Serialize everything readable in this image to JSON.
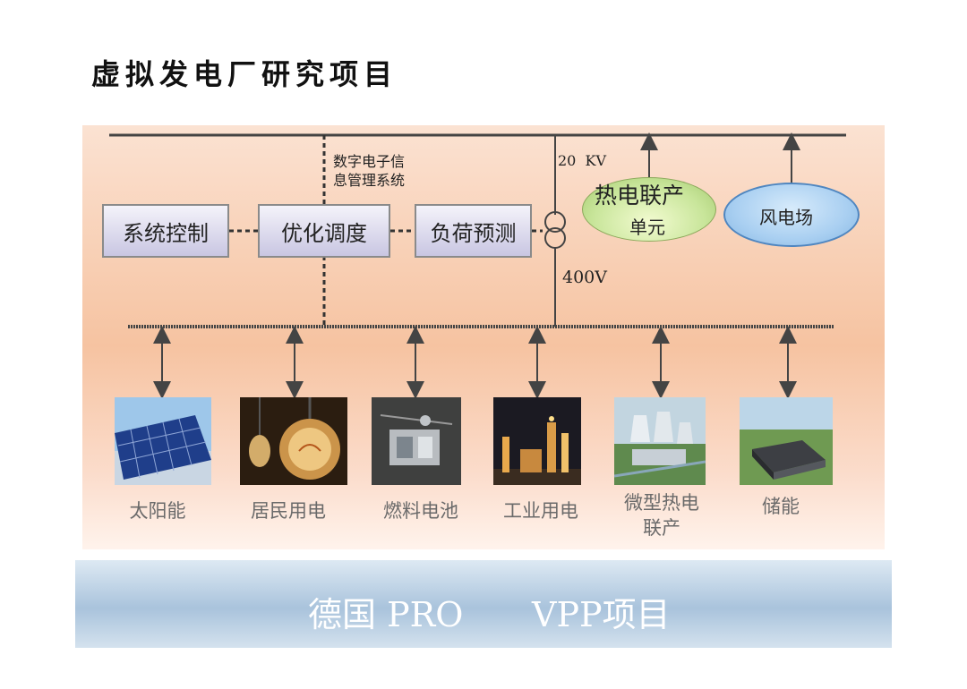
{
  "page": {
    "title": "虚拟发电厂研究项目",
    "banner": {
      "left": "德国 PRO",
      "right": "VPP项目"
    }
  },
  "diagram": {
    "info_system": {
      "line1": "数字电子信",
      "line2": "息管理系统"
    },
    "boxes": [
      {
        "label": "系统控制"
      },
      {
        "label": "优化调度"
      },
      {
        "label": "负荷预测"
      }
    ],
    "voltage_high": "20  KV",
    "voltage_low": "400V",
    "chp_unit": {
      "line1": "热电联产",
      "line2": "单元"
    },
    "wind_farm": "风电场",
    "devices": [
      {
        "label": "太阳能",
        "icon": "solar-panel-photo"
      },
      {
        "label": "居民用电",
        "icon": "light-bulb-photo"
      },
      {
        "label": "燃料电池",
        "icon": "fuel-cell-photo"
      },
      {
        "label": "工业用电",
        "icon": "industrial-plant-photo"
      },
      {
        "label": "微型热电\n联产",
        "line1": "微型热电",
        "line2": "联产",
        "icon": "power-plant-photo"
      },
      {
        "label": "储能",
        "icon": "storage-facility-photo"
      }
    ]
  },
  "colors": {
    "panel": "#f6c3a1",
    "box_fill": "#c9c6e2",
    "chp_oval": "#c8e59a",
    "wind_oval": "#a9cff1",
    "banner": "#a9c3dc"
  }
}
